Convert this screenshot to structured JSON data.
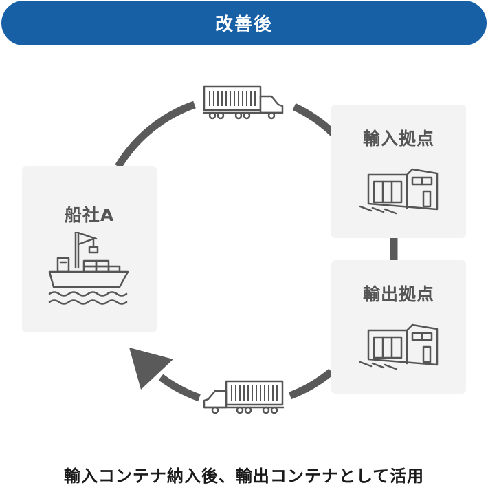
{
  "header": {
    "title": "改善後"
  },
  "nodes": {
    "carrier": {
      "label": "船社A",
      "icon": "cargo-ship-icon"
    },
    "import_base": {
      "label": "輸入拠点",
      "icon": "warehouse-icon"
    },
    "export_base": {
      "label": "輸出拠点",
      "icon": "warehouse-icon"
    }
  },
  "transport_icons": [
    "container-truck-icon",
    "container-truck-icon"
  ],
  "caption": "輸入コンテナ納入後、輸出コンテナとして活用",
  "colors": {
    "header_bg": "#1860a6",
    "cycle_line": "#5a5a5a",
    "card_bg": "#f3f3f3",
    "icon_stroke": "#555555"
  }
}
